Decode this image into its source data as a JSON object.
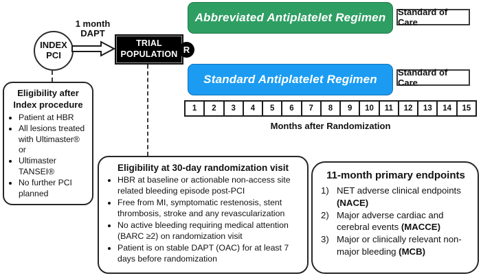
{
  "flow": {
    "index_event": "INDEX PCI",
    "arrow_label": "1 month DAPT",
    "population": "TRIAL POPULATION",
    "randomization": "R"
  },
  "arms": [
    {
      "name": "Abbreviated Antiplatelet Regimen",
      "followup": "Standard of Care",
      "color": "#2f9e63"
    },
    {
      "name": "Standard Antiplatelet Regimen",
      "followup": "Standard of Care",
      "color": "#1b9cf2"
    }
  ],
  "timeline": {
    "months": [
      "1",
      "2",
      "3",
      "4",
      "5",
      "6",
      "7",
      "8",
      "9",
      "10",
      "11",
      "12",
      "13",
      "14",
      "15"
    ],
    "axis_label": "Months after Randomization"
  },
  "eligibility_index": {
    "title": "Eligibility after Index procedure",
    "bullets": [
      "Patient at HBR",
      "All lesions treated with Ultimaster® or",
      "Ultimaster TANSEI®",
      "No further PCI planned"
    ]
  },
  "eligibility_randomization": {
    "title": "Eligibility at 30-day randomization visit",
    "bullets": [
      "HBR at baseline or actionable non-access site related bleeding episode post-PCI",
      "Free from MI, symptomatic restenosis, stent thrombosis, stroke and any revascularization",
      "No active bleeding requiring medical attention (BARC ≥2) on randomization visit",
      "Patient is on stable DAPT (OAC) for at least 7 days before randomization"
    ]
  },
  "endpoints": {
    "title": "11-month primary endpoints",
    "items": [
      {
        "num": "1)",
        "text": "NET adverse clinical endpoints ",
        "abbr": "(NACE)"
      },
      {
        "num": "2)",
        "text": "Major adverse cardiac and cerebral events ",
        "abbr": "(MACCE)"
      },
      {
        "num": "3)",
        "text": "Major or clinically relevant non-major bleeding ",
        "abbr": "(MCB)"
      }
    ]
  }
}
